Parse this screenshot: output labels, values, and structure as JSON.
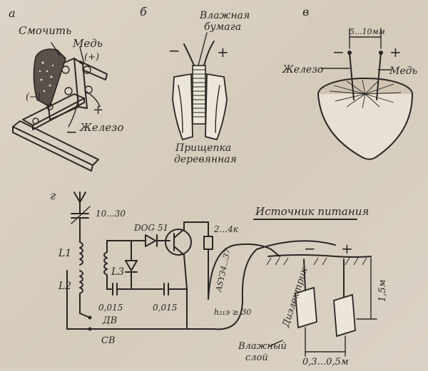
{
  "panel_a": {
    "letter": "a",
    "label_wet": "Смочить",
    "label_copper": "Медь",
    "label_iron": "Железо",
    "plus_paren": "(+)",
    "minus_paren": "(−)",
    "plus": "+",
    "minus": "−"
  },
  "panel_b": {
    "letter": "б",
    "label_wet_line1": "Влажная",
    "label_wet_line2": "бумага",
    "label_clip_line1": "Прищепка",
    "label_clip_line2": "деревянная",
    "minus": "−",
    "plus": "+"
  },
  "panel_v": {
    "letter": "в",
    "spacing": "5...10мм",
    "label_iron": "Железо",
    "label_copper": "Медь",
    "minus": "−",
    "plus": "+"
  },
  "panel_g": {
    "letter": "г",
    "cap_tune": "10...30",
    "diode1": "DOG 51",
    "resistor": "2...4к",
    "transistor": "ASY34...37",
    "hfe": "h₂₁э ≥ 30",
    "cap1": "0,015",
    "cap2": "0,015",
    "L1": "L1",
    "L2": "L2",
    "L3": "L3",
    "dv": "ДВ",
    "sv": "СВ",
    "power_source": "Источник питания",
    "dielectric": "Диэлектрик",
    "wet_layer_line1": "Влажный",
    "wet_layer_line2": "слой",
    "depth": "1,5м",
    "distance": "0,3...0,5м",
    "minus": "−",
    "plus": "+"
  }
}
